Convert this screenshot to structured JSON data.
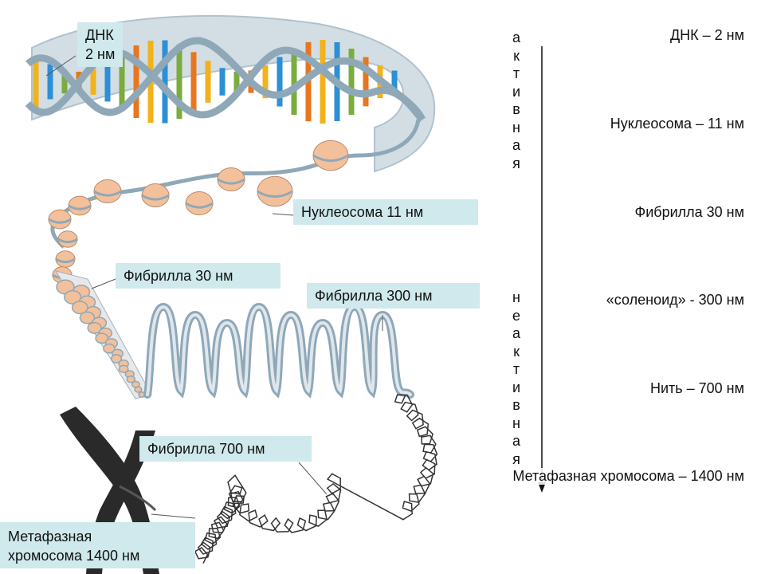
{
  "boxes": {
    "dna": {
      "line1": "ДНК",
      "line2": "2 нм"
    },
    "nucleosome": "Нуклеосома 11 нм",
    "fibril30": "Фибрилла 30 нм",
    "fibril300": "Фибрилла 300 нм",
    "fibril700": "Фибрилла 700 нм",
    "chromosome": {
      "line1": "Метафазная",
      "line2": "хромосома 1400 нм"
    }
  },
  "scale": {
    "active_letters": [
      "а",
      "к",
      "т",
      "и",
      "в",
      "н",
      "а",
      "я"
    ],
    "inactive_letters": [
      "н",
      "е",
      "а",
      "к",
      "т",
      "и",
      "в",
      "н",
      "а",
      "я"
    ],
    "levels": [
      "ДНК – 2 нм",
      "Нуклеосома – 11 нм",
      "Фибрилла 30 нм",
      "«соленоид» - 300 нм",
      "Нить – 700 нм",
      "Метафазная хромосома – 1400 нм"
    ]
  },
  "colors": {
    "label_bg": "#cfe9ec",
    "strand": "#8fa8b8",
    "nucleosome": "#f3c09c",
    "chromosome": "#222222"
  }
}
